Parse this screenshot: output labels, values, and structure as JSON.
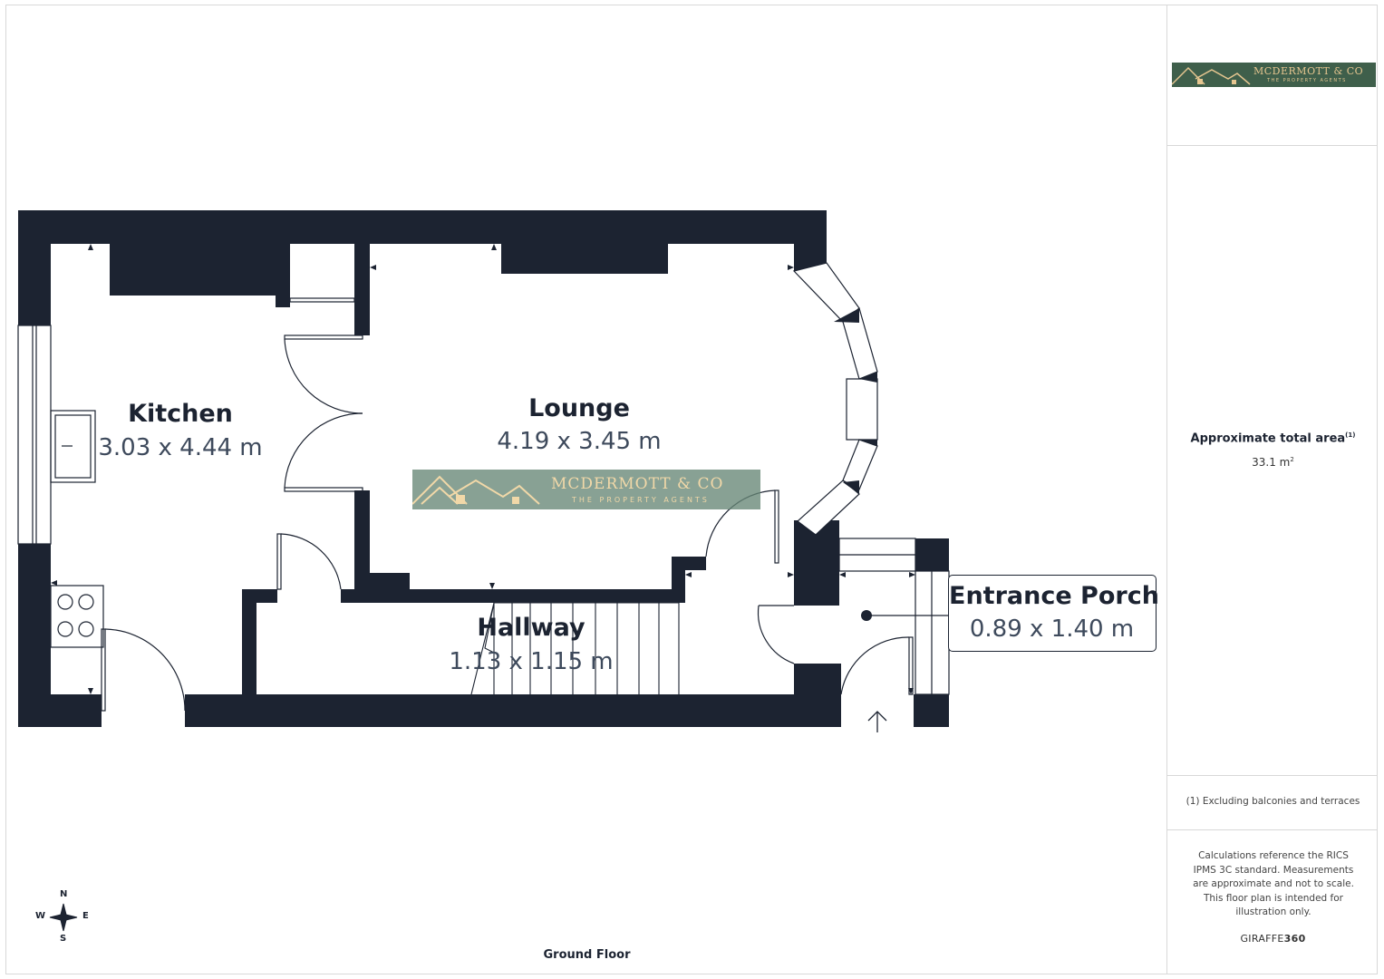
{
  "brand": {
    "name": "MCDERMOTT & CO",
    "tagline": "THE PROPERTY AGENTS"
  },
  "colors": {
    "wall": "#1c2331",
    "brand_bg": "#3f5f4b",
    "watermark_bg": "#678776",
    "brand_text": "#e6c690"
  },
  "rooms": [
    {
      "name": "Kitchen",
      "dims": "3.03 x 4.44 m"
    },
    {
      "name": "Lounge",
      "dims": "4.19 x 3.45 m"
    },
    {
      "name": "Hallway",
      "dims": "1.13 x 1.15 m"
    },
    {
      "name": "Entrance Porch",
      "dims": "0.89 x 1.40 m"
    }
  ],
  "summary": {
    "area_title": "Approximate total area",
    "area_note_marker": "(1)",
    "area_value": "33.1 m",
    "area_unit_sup": "2",
    "exclusion_note": "(1) Excluding balconies and terraces",
    "disclaimer": "Calculations reference the RICS IPMS 3C standard. Measurements are approximate and not to scale. This floor plan is intended for illustration only.",
    "credit_prefix": "GIRAFFE",
    "credit_suffix": "360"
  },
  "compass": {
    "n": "N",
    "e": "E",
    "s": "S",
    "w": "W"
  },
  "floor_label": "Ground Floor",
  "icons": [
    "compass-rose-icon",
    "entrance-arrow-icon",
    "hob-icon",
    "sink-icon",
    "logo-house-icon"
  ]
}
